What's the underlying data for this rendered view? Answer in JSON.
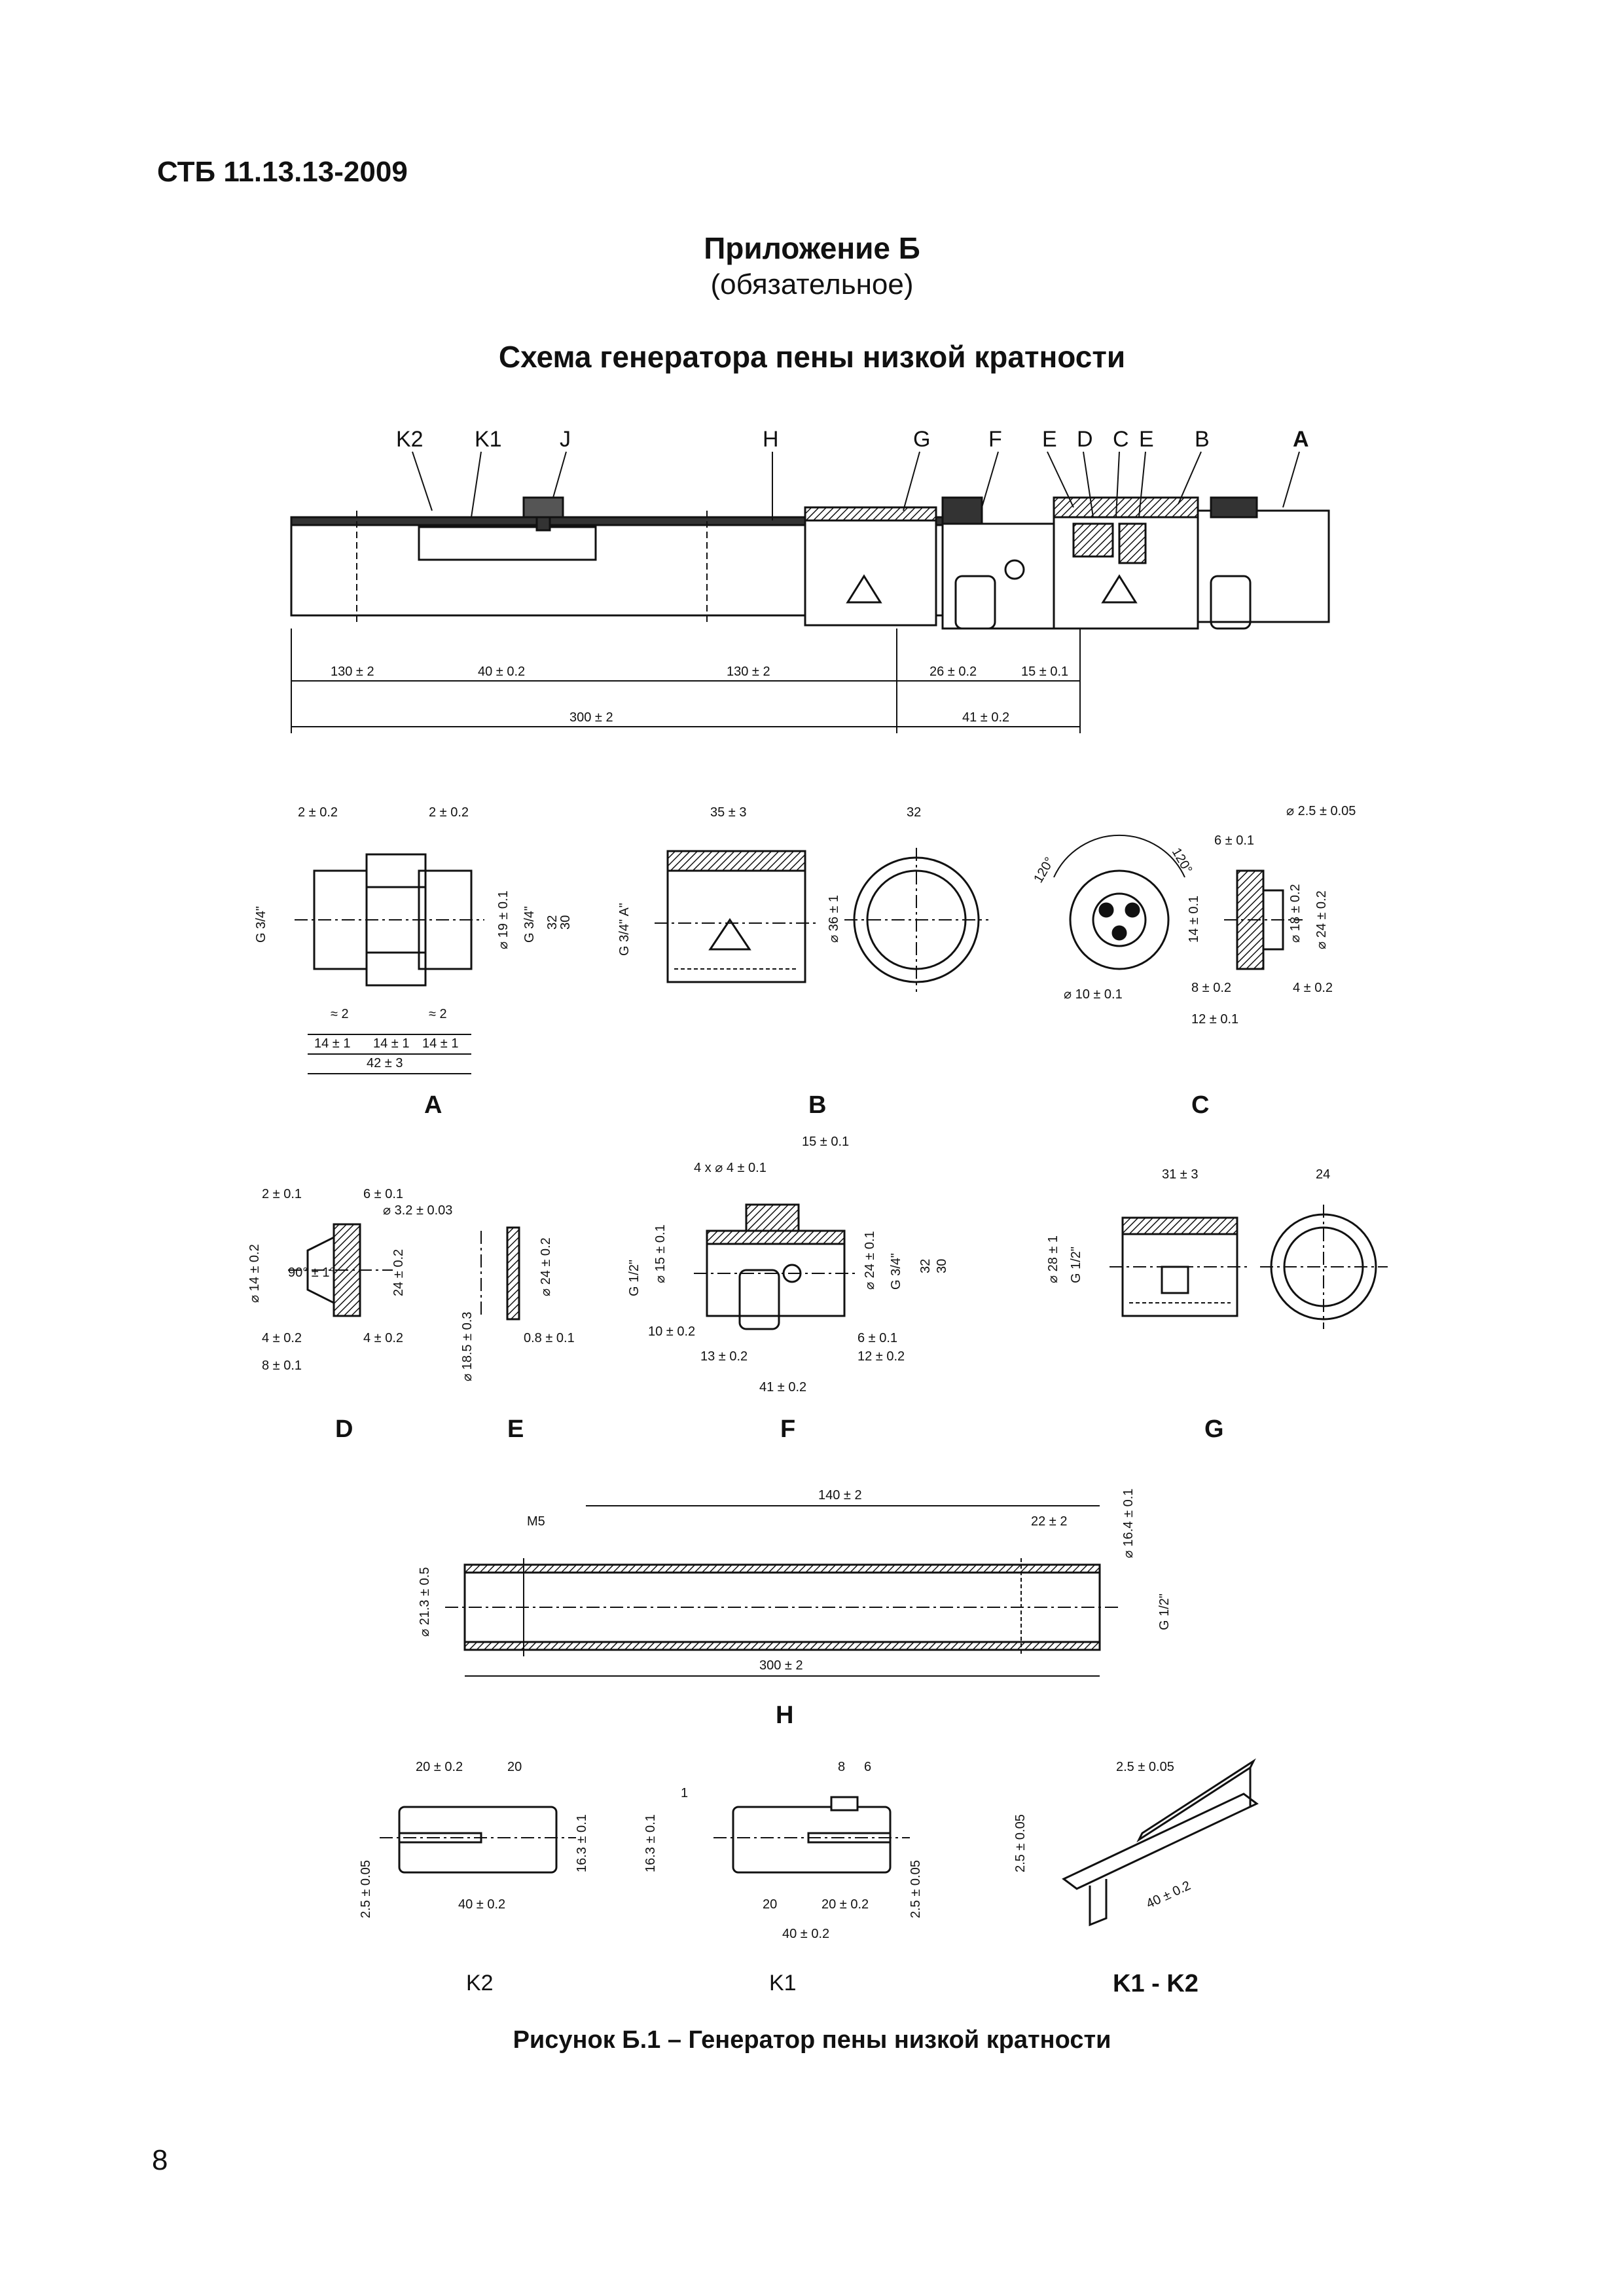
{
  "header": {
    "doc_code": "СТБ 11.13.13-2009"
  },
  "annex": {
    "title": "Приложение Б",
    "status": "(обязательное)",
    "scheme_title": "Схема генератора пены низкой кратности"
  },
  "assembly": {
    "labels": [
      "K2",
      "K1",
      "J",
      "H",
      "G",
      "F",
      "E",
      "D",
      "C",
      "E",
      "B",
      "A"
    ],
    "dims": [
      "130 ± 2",
      "40 ± 0.2",
      "130 ± 2",
      "26 ± 0.2",
      "15 ± 0.1",
      "300 ± 2",
      "41 ± 0.2"
    ]
  },
  "parts": {
    "A": {
      "label": "A",
      "dims": [
        "2 ± 0.2",
        "2 ± 0.2",
        "G 3/4\"",
        "⌀ 19 ± 0.1",
        "G 3/4\"",
        "32",
        "30",
        "≈ 2",
        "≈ 2",
        "14 ± 1",
        "14 ± 1",
        "14 ± 1",
        "42 ± 3"
      ]
    },
    "B": {
      "label": "B",
      "dims": [
        "35 ± 3",
        "G 3/4\" A\"",
        "⌀ 36 ± 1",
        "32"
      ]
    },
    "C": {
      "label": "C",
      "dims": [
        "120°",
        "120°",
        "⌀ 10 ± 0.1",
        "⌀ 2.5 ± 0.05",
        "6 ± 0.1",
        "14 ± 0.1",
        "⌀ 18 ± 0.2",
        "⌀ 24 ± 0.2",
        "8 ± 0.2",
        "4 ± 0.2",
        "12 ± 0.1"
      ]
    },
    "D": {
      "label": "D",
      "dims": [
        "2 ± 0.1",
        "6 ± 0.1",
        "⌀ 3.2 ± 0.03",
        "⌀ 14 ± 0.2",
        "90° ± 1°",
        "24 ± 0.2",
        "4 ± 0.2",
        "4 ± 0.2",
        "8 ± 0.1"
      ]
    },
    "E": {
      "label": "E",
      "dims": [
        "⌀ 24 ± 0.2",
        "⌀ 18.5 ± 0.3",
        "0.8 ± 0.1"
      ]
    },
    "F": {
      "label": "F",
      "dims": [
        "15 ± 0.1",
        "4 x ⌀ 4 ± 0.1",
        "G 1/2\"",
        "⌀ 15 ± 0.1",
        "⌀ 24 ± 0.1",
        "G 3/4\"",
        "32",
        "30",
        "10 ± 0.2",
        "6 ± 0.1",
        "13 ± 0.2",
        "12 ± 0.2",
        "41 ± 0.2"
      ]
    },
    "G": {
      "label": "G",
      "dims": [
        "31 ± 3",
        "24",
        "⌀ 28 ± 1",
        "G 1/2\""
      ]
    },
    "H": {
      "label": "H",
      "dims": [
        "140 ± 2",
        "M5",
        "22 ± 2",
        "⌀ 16.4 ± 0.1",
        "⌀ 21.3 ± 0.5",
        "G 1/2\"",
        "300 ± 2"
      ]
    },
    "K2": {
      "label": "K2",
      "dims": [
        "20 ± 0.2",
        "20",
        "2.5 ± 0.05",
        "16.3 ± 0.1",
        "40 ± 0.2"
      ]
    },
    "K1": {
      "label": "K1",
      "dims": [
        "8",
        "6",
        "1",
        "16.3 ± 0.1",
        "20",
        "20 ± 0.2",
        "2.5 ± 0.05",
        "40 ± 0.2"
      ]
    },
    "K1K2": {
      "label": "K1 - K2",
      "dims": [
        "2.5 ± 0.05",
        "2.5 ± 0.05",
        "40 ± 0.2"
      ]
    }
  },
  "figure_caption": "Рисунок Б.1 – Генератор пены низкой кратности",
  "page_number": "8"
}
